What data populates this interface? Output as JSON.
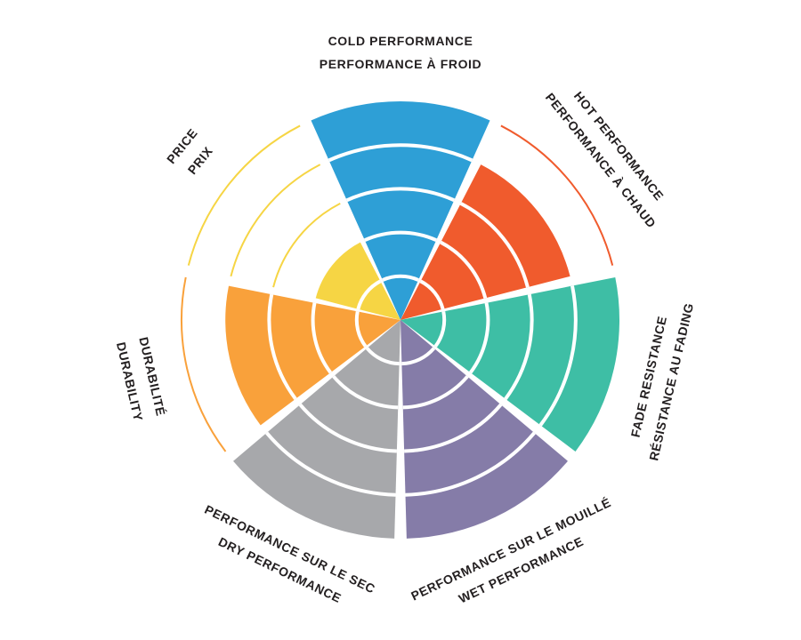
{
  "chart_data": {
    "type": "radial-sector-rating",
    "title": "",
    "rings": 5,
    "max_value": 5,
    "start_angle_deg": 0,
    "background_color": "#FFFFFF",
    "text_color": "#231F20",
    "categories": [
      {
        "id": "cold-performance",
        "lines": [
          "COLD PERFORMANCE",
          "PERFORMANCE À FROID"
        ],
        "value": 5,
        "color": "#2E9FD6"
      },
      {
        "id": "hot-performance",
        "lines": [
          "HOT PERFORMANCE",
          "PERFORMANCE À CHAUD"
        ],
        "value": 4,
        "color": "#F05B2D"
      },
      {
        "id": "fade-resistance",
        "lines": [
          "FADE RESISTANCE",
          "RÉSISTANCE AU FADING"
        ],
        "value": 5,
        "color": "#3EBEA5"
      },
      {
        "id": "wet-performance",
        "lines": [
          "PERFORMANCE SUR LE MOUILLÉ",
          "WET PERFORMANCE"
        ],
        "value": 5,
        "color": "#857CA8"
      },
      {
        "id": "dry-performance",
        "lines": [
          "PERFORMANCE SUR LE SEC",
          "DRY PERFORMANCE"
        ],
        "value": 5,
        "color": "#A7A8AB"
      },
      {
        "id": "durability",
        "lines": [
          "DURABILITÉ",
          "DURABILITY"
        ],
        "value": 4,
        "color": "#F9A13B"
      },
      {
        "id": "price",
        "lines": [
          "PRICE",
          "PRIX"
        ],
        "value": 2,
        "color": "#F6D544"
      }
    ]
  }
}
